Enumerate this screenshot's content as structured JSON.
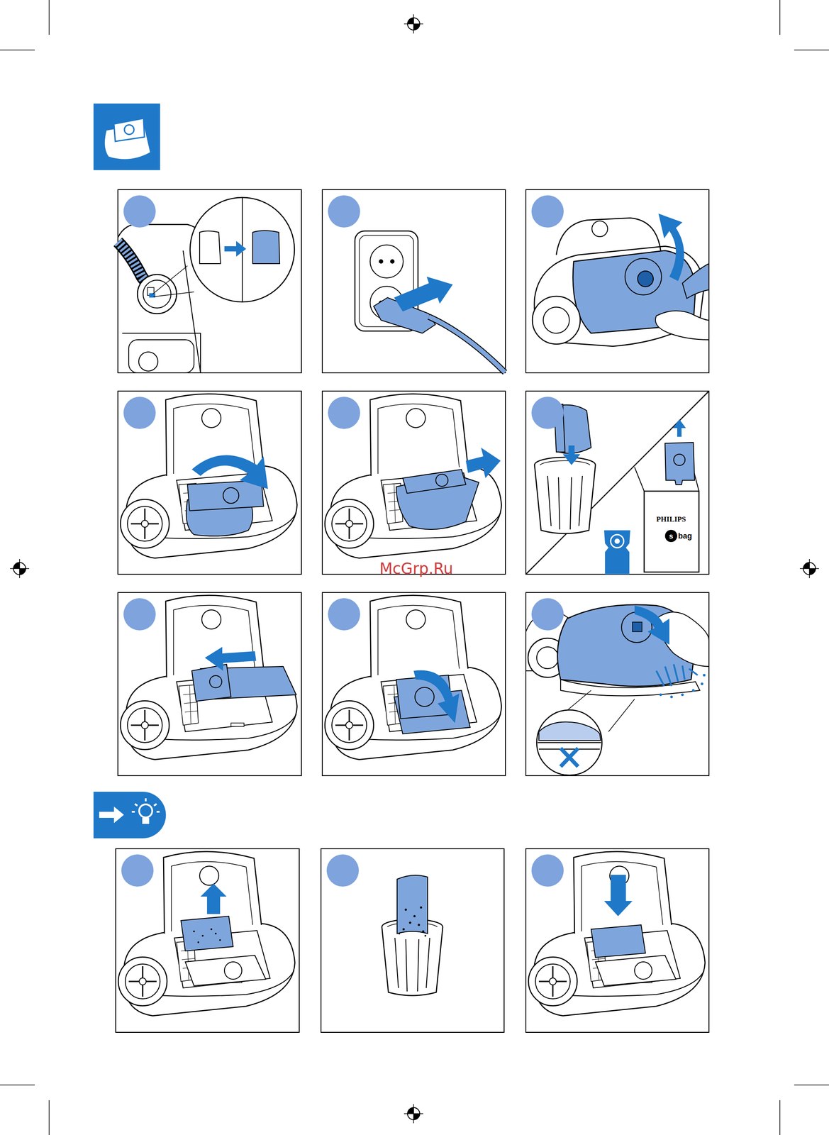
{
  "diagram": {
    "labels": [
      "PHILIPS",
      "s",
      "bag",
      "McGrp.Ru"
    ]
  }
}
